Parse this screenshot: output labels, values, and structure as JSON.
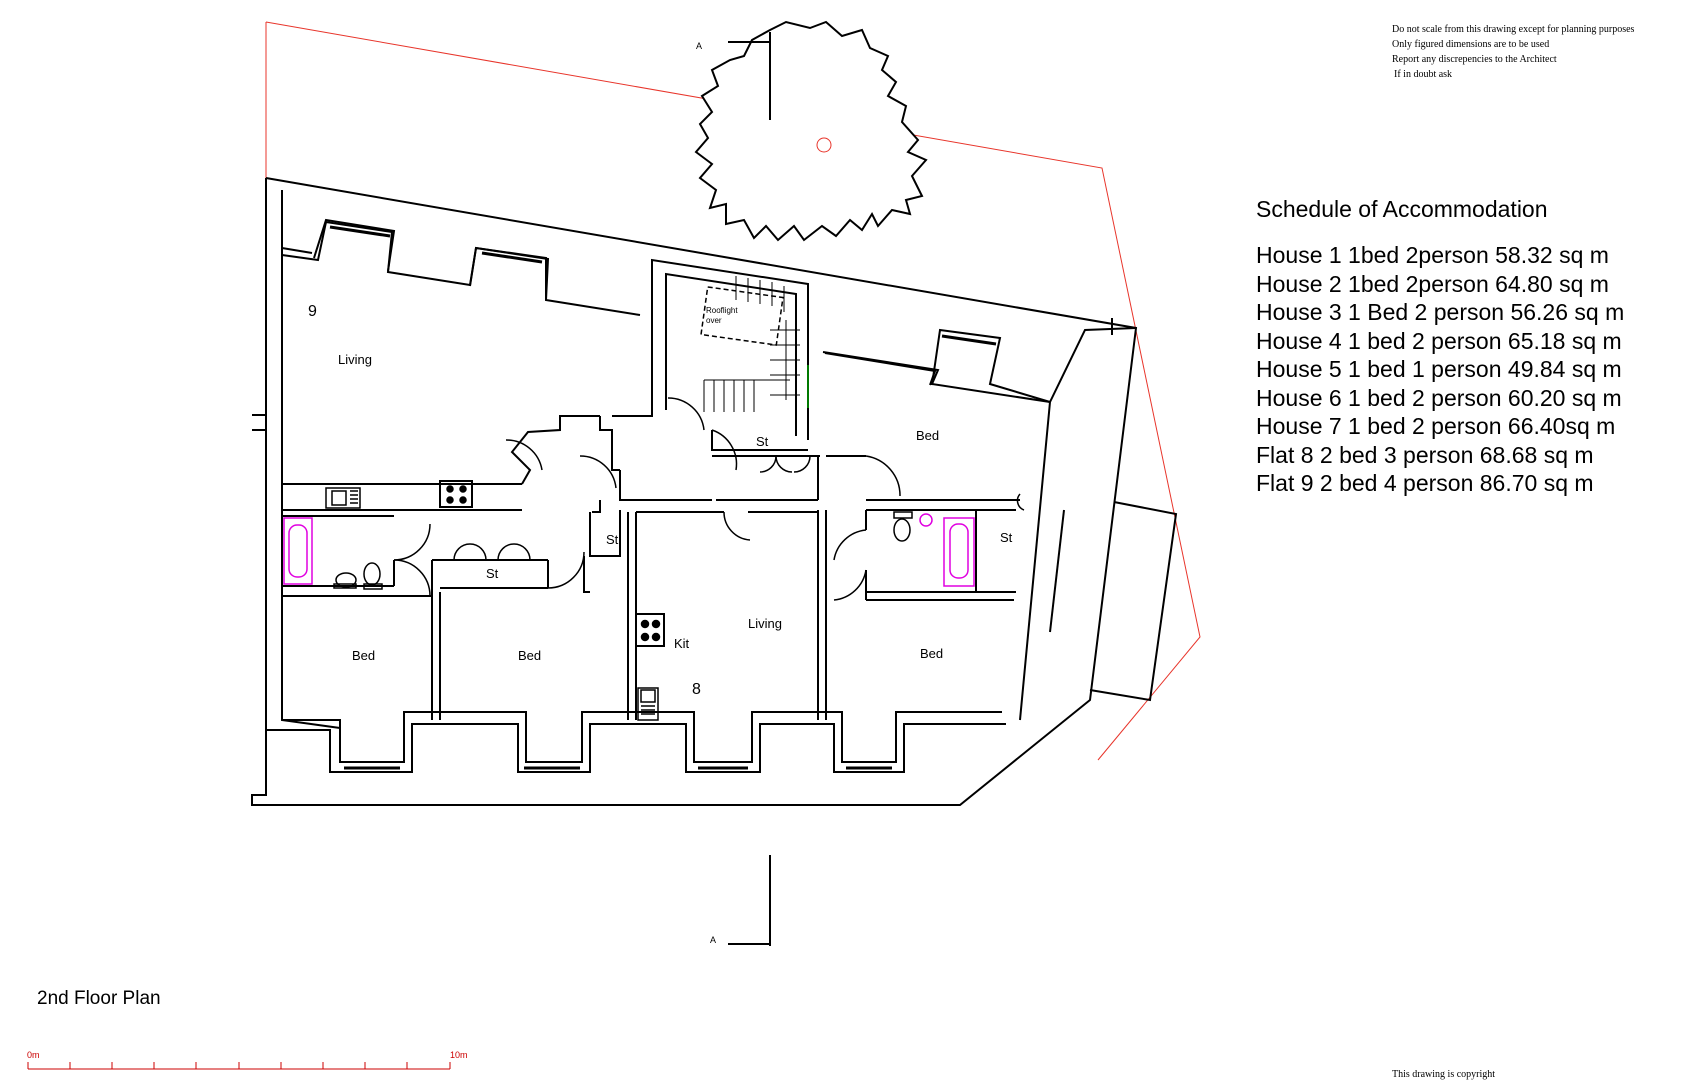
{
  "notes": [
    "Do not scale from this drawing except for planning purposes",
    "Only figured dimensions are to be used",
    "Report any discrepencies to the Architect",
    "If in doubt ask"
  ],
  "schedule": {
    "title": "Schedule of Accommodation",
    "rows": [
      "House 1  1bed 2person  58.32 sq m",
      "House 2  1bed 2person  64.80 sq m",
      "House 3 1 Bed 2 person 56.26 sq m",
      "House 4 1 bed 2 person  65.18 sq m",
      "House 5  1 bed 1 person  49.84 sq m",
      "House 6  1 bed 2 person  60.20 sq m",
      "House 7  1 bed 2 person  66.40sq m",
      "Flat 8   2  bed 3 person  68.68 sq m",
      "Flat 9  2  bed 4 person  86.70 sq m"
    ]
  },
  "plan": {
    "title": "2nd Floor Plan",
    "section_marker_top": "A",
    "section_marker_bottom": "A",
    "rooflight_label_1": "Rooflight",
    "rooflight_label_2": "over",
    "rooms": {
      "flat9_number": "9",
      "flat9_living": "Living",
      "flat9_store_left": "St",
      "flat9_store_stair": "St",
      "flat9_bed_left": "Bed",
      "flat9_bed_mid": "Bed",
      "flat9_bed_right_top": "Bed",
      "flat9_store_right": "St",
      "flat9_bed_right_bottom": "Bed",
      "flat8_number": "8",
      "flat8_living": "Living",
      "flat8_kitchen": "Kit",
      "landing_store": "St"
    }
  },
  "scale_bar": {
    "start_label": "0m",
    "end_label": "10m",
    "divisions": 10
  },
  "copyright": "This drawing is copyright",
  "colors": {
    "wall": "#000000",
    "boundary": "#e8352b",
    "sanitary": "#e000e0",
    "scale_bar": "#cc0000"
  }
}
